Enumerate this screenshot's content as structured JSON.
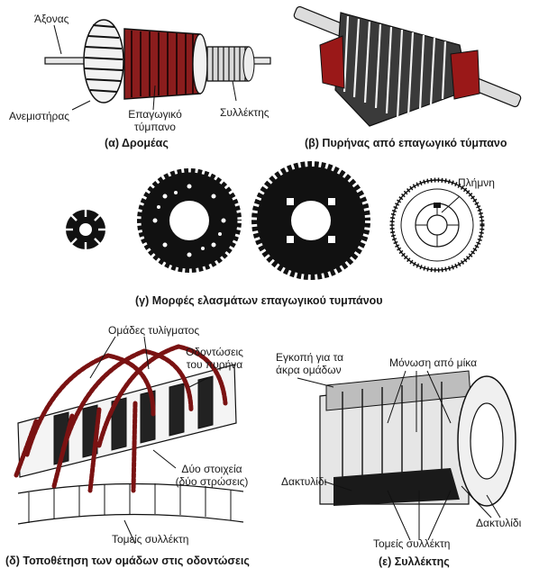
{
  "colors": {
    "accent": "#8b1d1d",
    "ink": "#111111",
    "paper": "#ffffff"
  },
  "panel_a": {
    "caption": "(α) Δρομέας",
    "label_axon": "Άξονας",
    "label_fan": "Ανεμιστήρας",
    "label_drum_line1": "Επαγωγικό",
    "label_drum_line2": "τύμπανο",
    "label_commutator": "Συλλέκτης"
  },
  "panel_b": {
    "caption": "(β) Πυρήνας από επαγωγικό τύμπανο"
  },
  "panel_c": {
    "caption": "(γ) Μορφές ελασμάτων επαγωγικού τυμπάνου",
    "label_key": "Πλήμνη"
  },
  "panel_d": {
    "caption": "(δ) Τοποθέτηση των ομάδων στις οδοντώσεις",
    "label_coil_groups": "Ομάδες τυλίγματος",
    "label_teeth_line1": "Οδοντώσεις",
    "label_teeth_line2": "του πυρήνα",
    "label_two_elements_line1": "Δύο στοιχεία",
    "label_two_elements_line2": "(δύο στρώσεις)",
    "label_sectors": "Τομείς συλλέκτη"
  },
  "panel_e": {
    "caption": "(ε) Συλλέκτης",
    "label_slot_line1": "Εγκοπή για τα",
    "label_slot_line2": "άκρα ομάδων",
    "label_mica": "Μόνωση από μίκα",
    "label_ring_left": "Δακτυλίδι",
    "label_ring_right": "Δακτυλίδι",
    "label_sectors": "Τομείς συλλέκτη"
  }
}
